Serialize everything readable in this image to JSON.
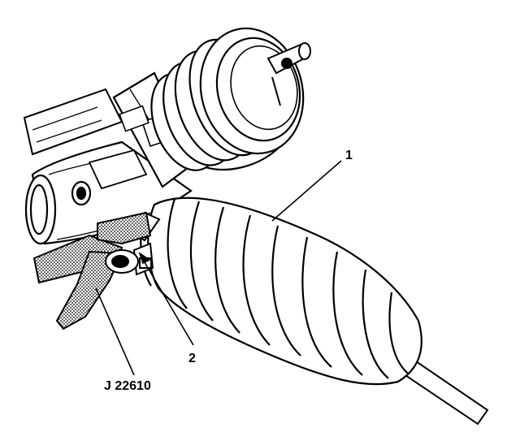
{
  "figure": {
    "callouts": [
      {
        "id": "1",
        "text": "1"
      },
      {
        "id": "2",
        "text": "2"
      }
    ],
    "tool_label": "J 22610",
    "line_color": "#000000",
    "background_color": "#ffffff",
    "stipple_color": "#000000"
  }
}
